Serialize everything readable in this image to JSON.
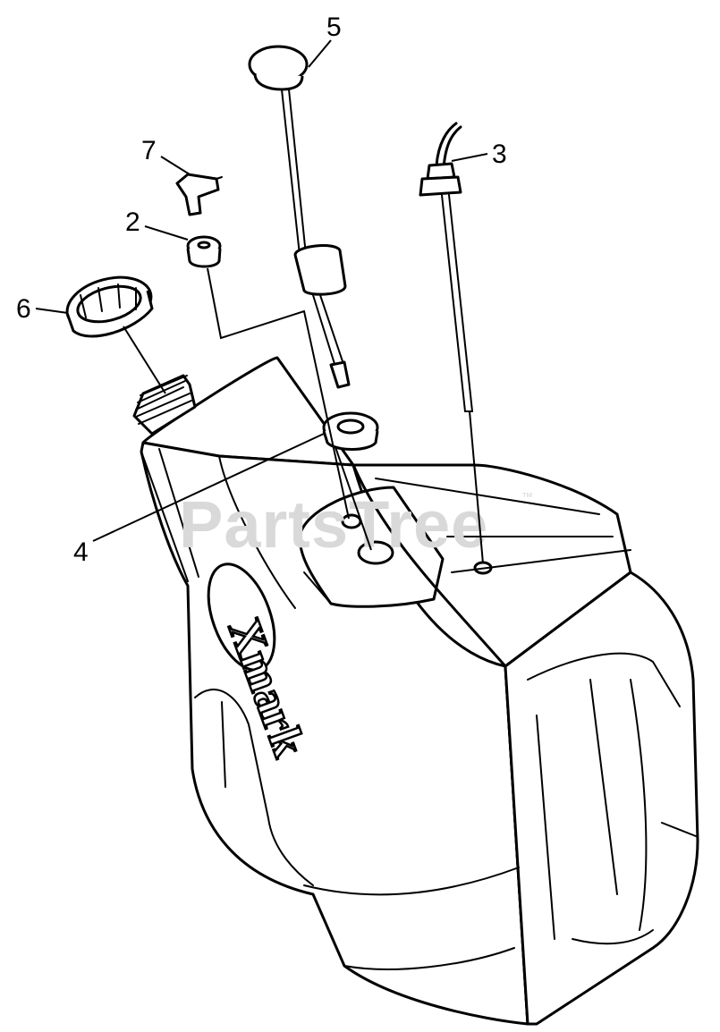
{
  "watermark": {
    "text": "PartsTree",
    "trademark": "™"
  },
  "tank_logo": {
    "text": "Xmark"
  },
  "callouts": [
    {
      "id": "5",
      "label": "5"
    },
    {
      "id": "7",
      "label": "7"
    },
    {
      "id": "3",
      "label": "3"
    },
    {
      "id": "2",
      "label": "2"
    },
    {
      "id": "6",
      "label": "6"
    },
    {
      "id": "4",
      "label": "4"
    }
  ],
  "colors": {
    "line": "#000000",
    "background": "#ffffff",
    "watermark": "#d9d9d9"
  }
}
